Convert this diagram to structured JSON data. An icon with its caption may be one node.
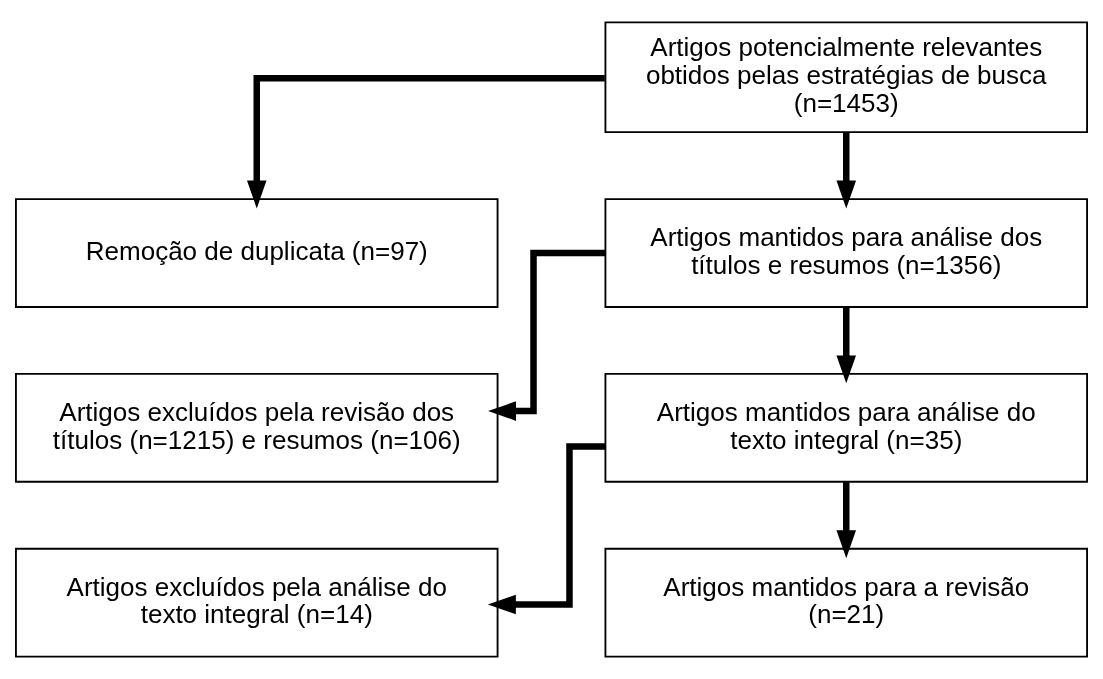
{
  "diagram": {
    "nodes": [
      {
        "text": [
          "Artigos potencialmente relevantes obtidos pelas estratégias de busca (n=1453)"
        ]
      },
      {
        "text": [
          "Remoção de duplicata (n=97)"
        ]
      },
      {
        "text": [
          "Artigos mantidos para análise dos títulos e resumos (n=1356)"
        ]
      },
      {
        "text": [
          "Artigos excluídos pela revisão dos títulos (n=1215) e resumos (n=106)"
        ]
      },
      {
        "text": [
          "Artigos mantidos para análise do texto integral (n=35)"
        ]
      },
      {
        "text": [
          "Artigos excluídos pela análise do texto integral (n=14)"
        ]
      },
      {
        "text": [
          "Artigos mantidos para a revisão (n=21)"
        ]
      }
    ],
    "edges": [
      {
        "from": 0,
        "to": 2,
        "arrow": "to"
      },
      {
        "from": 0,
        "to": 1,
        "arrow": "to"
      },
      {
        "from": 2,
        "to": 4,
        "arrow": "to"
      },
      {
        "from": 2,
        "to": 3,
        "arrow": "to"
      },
      {
        "from": 4,
        "to": 6,
        "arrow": "to"
      },
      {
        "from": 4,
        "to": 5,
        "arrow": "to"
      }
    ]
  }
}
